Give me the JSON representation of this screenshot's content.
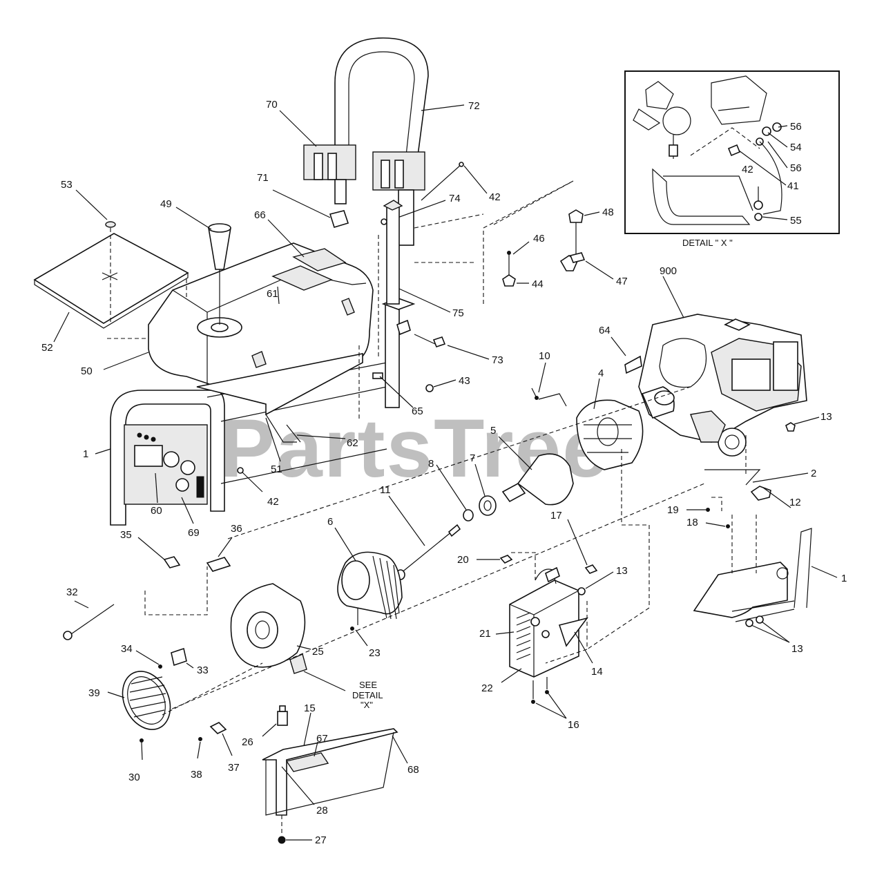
{
  "watermark": "PartsTree",
  "detail_panel": {
    "caption": "DETAIL    \" X \""
  },
  "see_detail_note": {
    "line1": "SEE",
    "line2": "DETAIL",
    "line3": "\"X\""
  },
  "callouts": {
    "c1a": "1",
    "c1b": "1",
    "c2": "2",
    "c4": "4",
    "c5": "5",
    "c6": "6",
    "c7": "7",
    "c8": "8",
    "c10": "10",
    "c11": "11",
    "c12": "12",
    "c13a": "13",
    "c13b": "13",
    "c13c": "13",
    "c14": "14",
    "c15": "15",
    "c16": "16",
    "c17": "17",
    "c18": "18",
    "c19": "19",
    "c20": "20",
    "c21": "21",
    "c22": "22",
    "c23": "23",
    "c25": "25",
    "c26": "26",
    "c27": "27",
    "c28": "28",
    "c30": "30",
    "c32": "32",
    "c33": "33",
    "c34": "34",
    "c35": "35",
    "c36": "36",
    "c37": "37",
    "c38": "38",
    "c39": "39",
    "c41": "41",
    "c42a": "42",
    "c42b": "42",
    "c42c": "42",
    "c43": "43",
    "c44": "44",
    "c46": "46",
    "c47": "47",
    "c48": "48",
    "c49": "49",
    "c50": "50",
    "c51": "51",
    "c52": "52",
    "c53": "53",
    "c54": "54",
    "c55": "55",
    "c56a": "56",
    "c56b": "56",
    "c60": "60",
    "c61": "61",
    "c62": "62",
    "c64": "64",
    "c65": "65",
    "c66": "66",
    "c67": "67",
    "c68": "68",
    "c69": "69",
    "c70": "70",
    "c71": "71",
    "c72": "72",
    "c73": "73",
    "c74": "74",
    "c75": "75",
    "c900": "900"
  }
}
